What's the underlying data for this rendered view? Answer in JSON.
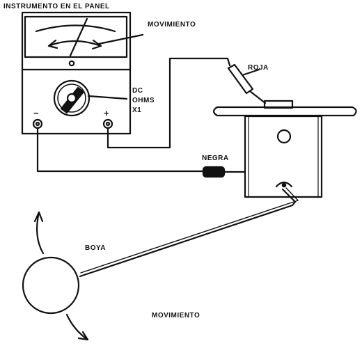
{
  "labels": {
    "panel_instrument": "INSTRUMENTO EN EL PANEL",
    "movement_top": "MOVIMIENTO",
    "dc": "DC",
    "ohms": "OHMS",
    "x1": "X1",
    "red_lead": "ROJA",
    "black_lead": "NEGRA",
    "float": "BOYA",
    "movement_bottom": "MOVIMIENTO",
    "minus": "−",
    "plus": "+"
  },
  "colors": {
    "ink": "#111111",
    "paper": "#ffffff"
  }
}
